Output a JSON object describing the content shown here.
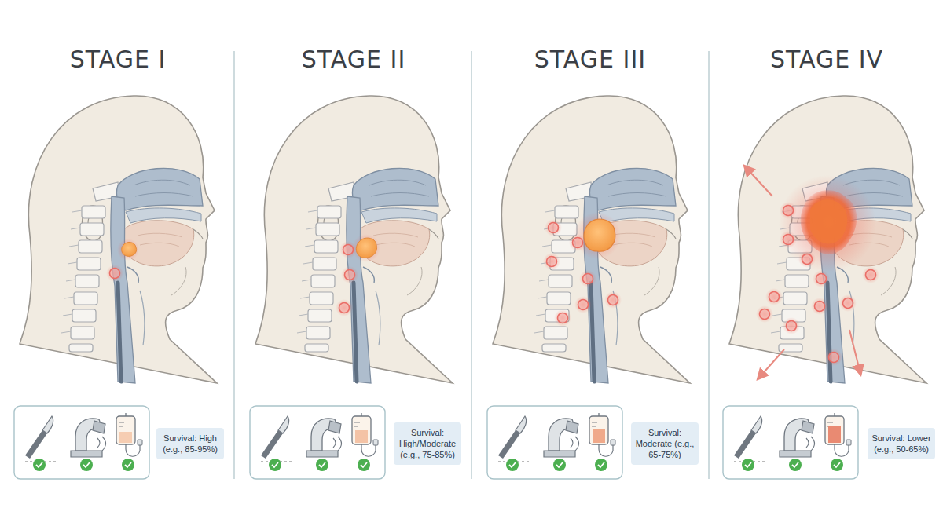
{
  "diagram": {
    "nodes": [
      {
        "text": [
          "Survival: High (e.g., 85-95%)"
        ]
      },
      {
        "text": [
          "Survival: High/Moderate (e.g., 75-85%)"
        ]
      },
      {
        "text": [
          "Survival: Moderate (e.g., 65-75%)"
        ]
      },
      {
        "text": [
          "Survival: Lower (e.g., 50-65%)"
        ]
      }
    ],
    "labels": [
      "STAGE I",
      "STAGE II",
      "STAGE III",
      "STAGE IV"
    ]
  }
}
